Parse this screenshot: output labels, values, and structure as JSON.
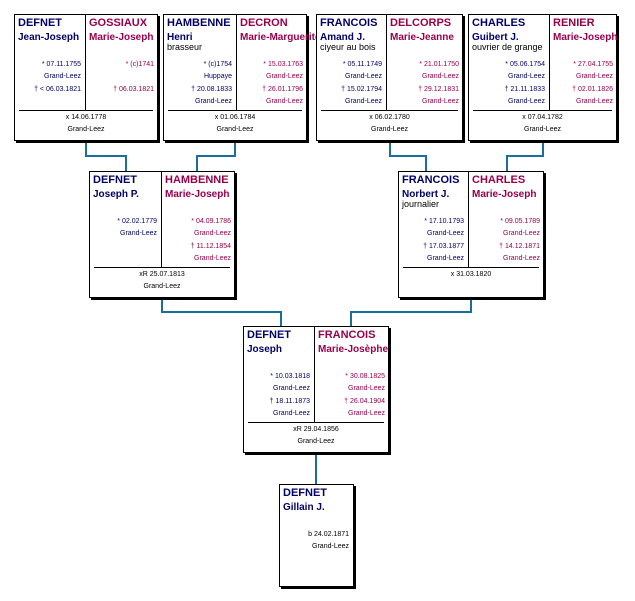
{
  "couples": [
    {
      "id": "defnet-gossiaux",
      "husband": {
        "surname": "DEFNET",
        "given": "Jean-Joseph",
        "occupation": "",
        "events": [
          "* 07.11.1755",
          "Grand-Leez",
          "† < 06.03.1821"
        ]
      },
      "wife": {
        "surname": "GOSSIAUX",
        "given": "Marie-Joseph",
        "occupation": "",
        "events": [
          "* (c)1741",
          "",
          "† 06.03.1821"
        ]
      },
      "marriage": [
        "x 14.06.1778",
        "Grand-Leez"
      ]
    },
    {
      "id": "hambenne-decron",
      "husband": {
        "surname": "HAMBENNE",
        "given": "Henri",
        "occupation": "brasseur",
        "events": [
          "* (c)1754",
          "Huppaye",
          "† 20.08.1833",
          "Grand-Leez"
        ]
      },
      "wife": {
        "surname": "DECRON",
        "given": "Marie-Marguerite",
        "occupation": "",
        "events": [
          "* 15.03.1763",
          "Grand-Leez",
          "† 26.01.1796",
          "Grand-Leez"
        ]
      },
      "marriage": [
        "x 01.06.1784",
        "Grand-Leez"
      ]
    },
    {
      "id": "francois-delcorps",
      "husband": {
        "surname": "FRANCOIS",
        "given": "Amand  J.",
        "occupation": "ciyeur au bois",
        "events": [
          "* 05.11.1749",
          "Grand-Leez",
          "† 15.02.1794",
          "Grand-Leez"
        ]
      },
      "wife": {
        "surname": "DELCORPS",
        "given": "Marie-Jeanne",
        "occupation": "",
        "events": [
          "* 21.01.1750",
          "Grand-Leez",
          "† 29.12.1831",
          "Grand-Leez"
        ]
      },
      "marriage": [
        "x 06.02.1780",
        "Grand-Leez"
      ]
    },
    {
      "id": "charles-renier",
      "husband": {
        "surname": "CHARLES",
        "given": "Guibert  J.",
        "occupation": "ouvrier de grange",
        "events": [
          "* 05.06.1754",
          "Grand-Leez",
          "† 21.11.1833",
          "Grand-Leez"
        ]
      },
      "wife": {
        "surname": "RENIER",
        "given": "Marie-Joseph",
        "occupation": "",
        "events": [
          "* 27.04.1755",
          "Grand-Leez",
          "† 02.01.1826",
          "Grand-Leez"
        ]
      },
      "marriage": [
        "x 07.04.1782",
        "Grand-Leez"
      ]
    },
    {
      "id": "defnet-hambenne",
      "husband": {
        "surname": "DEFNET",
        "given": "Joseph  P.",
        "occupation": "",
        "events": [
          "* 02.02.1779",
          "Grand-Leez"
        ]
      },
      "wife": {
        "surname": "HAMBENNE",
        "given": "Marie-Joseph",
        "occupation": "",
        "events": [
          "* 04.09.1786",
          "Grand-Leez",
          "† 11.12.1854",
          "Grand-Leez"
        ]
      },
      "marriage": [
        "xR 25.07.1813",
        "Grand-Leez"
      ]
    },
    {
      "id": "francois-charles",
      "husband": {
        "surname": "FRANCOIS",
        "given": "Norbert  J.",
        "occupation": "journalier",
        "events": [
          "* 17.10.1793",
          "Grand-Leez",
          "† 17.03.1877",
          "Grand-Leez"
        ]
      },
      "wife": {
        "surname": "CHARLES",
        "given": "Marie-Joseph",
        "occupation": "",
        "events": [
          "* 09.05.1789",
          "Grand-Leez",
          "† 14.12.1871",
          "Grand-Leez"
        ]
      },
      "marriage": [
        "x 31.03.1820"
      ]
    },
    {
      "id": "defnet-francois",
      "husband": {
        "surname": "DEFNET",
        "given": "Joseph",
        "occupation": "",
        "events": [
          "* 10.03.1818",
          "Grand-Leez",
          "† 18.11.1873",
          "Grand-Leez"
        ]
      },
      "wife": {
        "surname": "FRANCOIS",
        "given": "Marie-Josèphe",
        "occupation": "",
        "events": [
          "* 30.08.1825",
          "Grand-Leez",
          "† 26.04.1904",
          "Grand-Leez"
        ]
      },
      "marriage": [
        "xR 29.04.1856",
        "Grand-Leez"
      ]
    }
  ],
  "person": {
    "surname": "DEFNET",
    "given": "Gillain  J.",
    "events": [
      "b 24.02.1871",
      "Grand-Leez"
    ]
  },
  "colors": {
    "male": "#000066",
    "female": "#99004c",
    "connector": "#1a6e9e"
  }
}
